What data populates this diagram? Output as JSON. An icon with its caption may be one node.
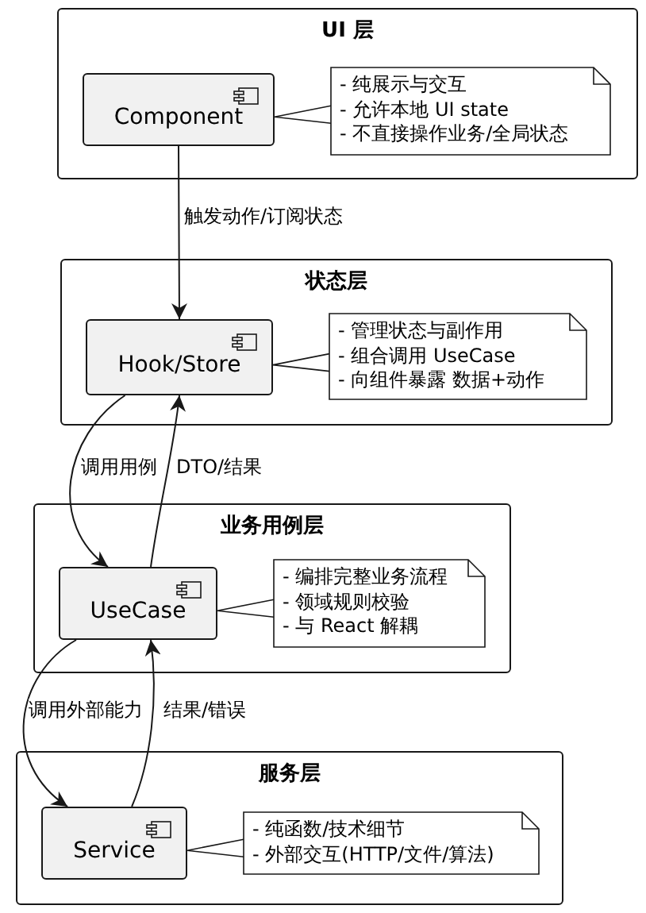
{
  "diagram": {
    "nodes": [
      {
        "text": [
          "UI 层"
        ]
      },
      {
        "text": [
          "Component"
        ],
        "in": 0
      },
      {
        "text": [
          "- 纯展示与交互",
          "- 允许本地 UI state",
          "- 不直接操作业务/全局状态"
        ],
        "in": 0
      },
      {
        "text": [
          "状态层"
        ]
      },
      {
        "text": [
          "Hook/Store"
        ],
        "in": 3
      },
      {
        "text": [
          "- 管理状态与副作用",
          "- 组合调用 UseCase",
          "- 向组件暴露 数据+动作"
        ],
        "in": 3
      },
      {
        "text": [
          "业务用例层"
        ]
      },
      {
        "text": [
          "UseCase"
        ],
        "in": 6
      },
      {
        "text": [
          "- 编排完整业务流程",
          "- 领域规则校验",
          "- 与 React 解耦"
        ],
        "in": 6
      },
      {
        "text": [
          "服务层"
        ]
      },
      {
        "text": [
          "Service"
        ],
        "in": 9
      },
      {
        "text": [
          "- 纯函数/技术细节",
          "- 外部交互(HTTP/文件/算法)"
        ],
        "in": 9
      }
    ],
    "edges": [
      {
        "from": 1,
        "to": 4,
        "arrow": "to",
        "label": "触发动作/订阅状态"
      },
      {
        "from": 4,
        "to": 7,
        "arrow": "to",
        "label": "调用用例"
      },
      {
        "from": 7,
        "to": 4,
        "arrow": "to",
        "label": "DTO/结果"
      },
      {
        "from": 7,
        "to": 10,
        "arrow": "to",
        "label": "调用外部能力"
      },
      {
        "from": 10,
        "to": 7,
        "arrow": "to",
        "label": "结果/错误"
      },
      {
        "from": 1,
        "to": 2,
        "arrow": "none"
      },
      {
        "from": 4,
        "to": 5,
        "arrow": "none"
      },
      {
        "from": 7,
        "to": 8,
        "arrow": "none"
      },
      {
        "from": 10,
        "to": 11,
        "arrow": "none"
      }
    ]
  }
}
